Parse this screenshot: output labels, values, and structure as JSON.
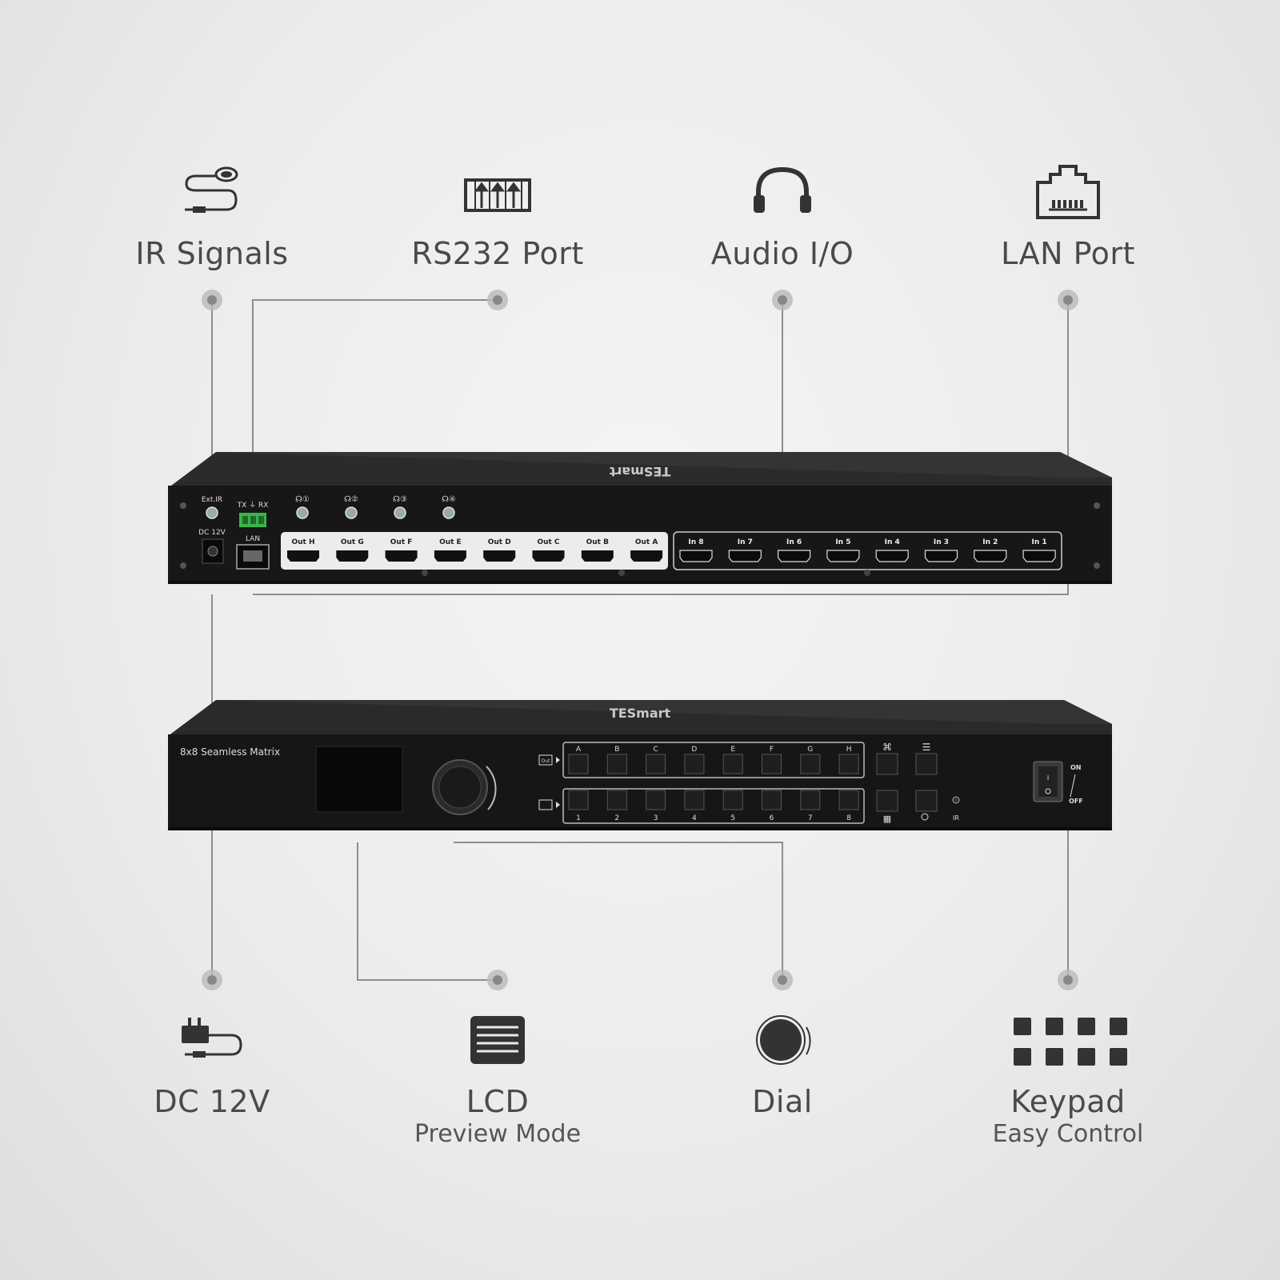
{
  "features_top": [
    {
      "title": "IR Signals",
      "icon": "ir-cable-icon"
    },
    {
      "title": "RS232 Port",
      "icon": "rs232-terminal-icon"
    },
    {
      "title": "Audio I/O",
      "icon": "headphones-icon"
    },
    {
      "title": "LAN Port",
      "icon": "ethernet-port-icon"
    }
  ],
  "features_bottom": [
    {
      "title": "DC 12V",
      "subtitle": "",
      "icon": "power-adapter-icon"
    },
    {
      "title": "LCD",
      "subtitle": "Preview Mode",
      "icon": "lcd-screen-icon"
    },
    {
      "title": "Dial",
      "subtitle": "",
      "icon": "dial-knob-icon"
    },
    {
      "title": "Keypad",
      "subtitle": "Easy Control",
      "icon": "keypad-grid-icon"
    }
  ],
  "rear_panel": {
    "ext_ir": "Ext.IR",
    "dc": "DC 12V",
    "rs232": "TX ⏚ RX",
    "lan": "LAN",
    "audio_labels": [
      "①",
      "②",
      "③",
      "④"
    ],
    "outputs": [
      "Out H",
      "Out G",
      "Out F",
      "Out E",
      "Out D",
      "Out C",
      "Out B",
      "Out A"
    ],
    "inputs": [
      "In 8",
      "In 7",
      "In 6",
      "In 5",
      "In 4",
      "In 3",
      "In 2",
      "In 1"
    ],
    "brand_top": "TESmart"
  },
  "front_panel": {
    "model": "8x8 Seamless Matrix",
    "brand_top": "TESmart",
    "out_letters": [
      "A",
      "B",
      "C",
      "D",
      "E",
      "F",
      "G",
      "H"
    ],
    "in_numbers": [
      "1",
      "2",
      "3",
      "4",
      "5",
      "6",
      "7",
      "8"
    ],
    "out_label": "Out",
    "ir_label": "IR",
    "on_label": "ON",
    "off_label": "OFF"
  },
  "colors": {
    "panel": "#1c1c1c",
    "top": "#2a2a2a",
    "line": "#8a8a8a",
    "dot": "#b8b8b8",
    "green": "#3ab54a"
  }
}
